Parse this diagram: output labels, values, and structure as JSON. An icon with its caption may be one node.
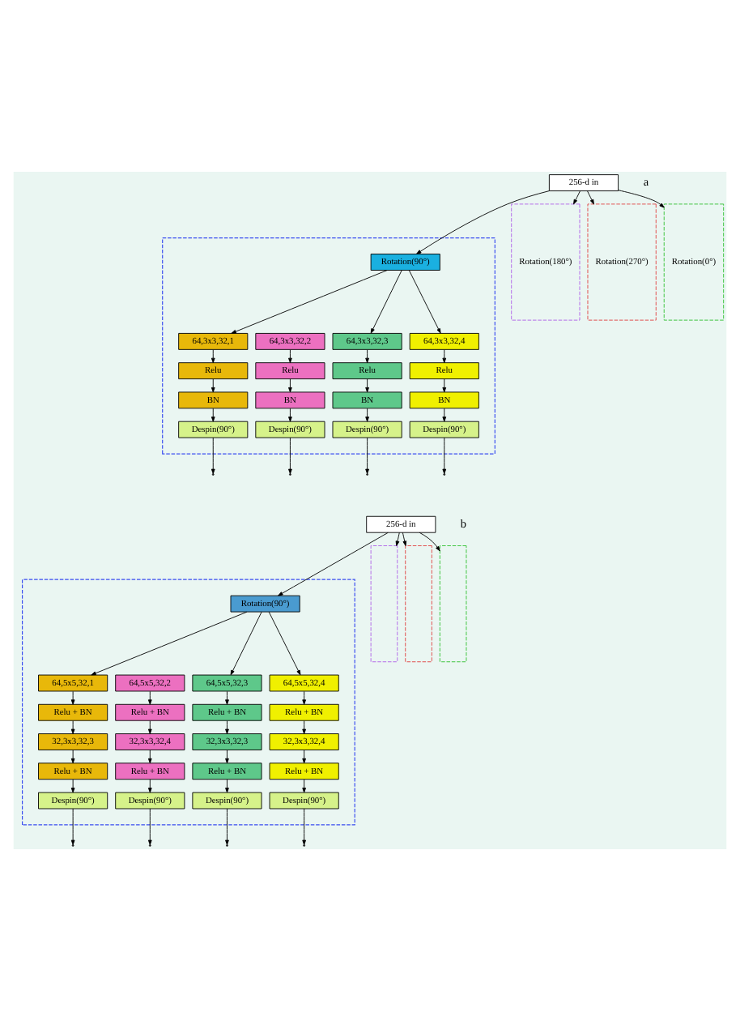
{
  "diagram": {
    "nodes": [
      {
        "text": [
          "256-d in"
        ]
      },
      {
        "text": [],
        "shape": "box"
      },
      {
        "text": [
          "Rotation(90°)"
        ],
        "in": 1
      },
      {
        "text": [
          "64,3x3,32,1"
        ],
        "in": 1
      },
      {
        "text": [
          "Relu"
        ],
        "in": 1
      },
      {
        "text": [
          "BN"
        ],
        "in": 1
      },
      {
        "text": [
          "64,3x3,32,2"
        ],
        "in": 1
      },
      {
        "text": [
          "Relu"
        ],
        "in": 1
      },
      {
        "text": [
          "BN"
        ],
        "in": 1
      },
      {
        "text": [
          "64,3x3,32,3"
        ],
        "in": 1
      },
      {
        "text": [
          "Relu"
        ],
        "in": 1
      },
      {
        "text": [
          "BN"
        ],
        "in": 1
      },
      {
        "text": [
          "64,3x3,32,4"
        ],
        "in": 1
      },
      {
        "text": [
          "Relu"
        ],
        "in": 1
      },
      {
        "text": [
          "BN"
        ],
        "in": 1
      },
      {
        "text": [
          "Despin(90°)"
        ],
        "in": 1
      },
      {
        "text": [
          "Despin(90°)"
        ],
        "in": 1
      },
      {
        "text": [
          "Despin(90°)"
        ],
        "in": 1
      },
      {
        "text": [
          "Despin(90°)"
        ],
        "in": 1
      },
      {
        "text": [
          "Rotation(180°)"
        ]
      },
      {
        "text": [
          "Rotation(270°)"
        ]
      },
      {
        "text": [
          "Rotation(0°)"
        ]
      },
      {
        "text": [
          "256-d in"
        ]
      },
      {
        "text": [],
        "shape": "box"
      },
      {
        "text": [
          "Rotation(90°)"
        ],
        "in": 23
      },
      {
        "text": [
          "64,5x5,32,1"
        ],
        "in": 23
      },
      {
        "text": [
          "Relu + BN"
        ],
        "in": 23
      },
      {
        "text": [
          "32,3x3,32,3"
        ],
        "in": 23
      },
      {
        "text": [
          "Relu + BN"
        ],
        "in": 23
      },
      {
        "text": [
          "64,5x5,32,2"
        ],
        "in": 23
      },
      {
        "text": [
          "Relu + BN"
        ],
        "in": 23
      },
      {
        "text": [
          "32,3x3,32,4"
        ],
        "in": 23
      },
      {
        "text": [
          "Relu + BN"
        ],
        "in": 23
      },
      {
        "text": [
          "64,5x5,32,3"
        ],
        "in": 23
      },
      {
        "text": [
          "Relu + BN"
        ],
        "in": 23
      },
      {
        "text": [
          "32,3x3,32,3"
        ],
        "in": 23
      },
      {
        "text": [
          "Relu + BN"
        ],
        "in": 23
      },
      {
        "text": [
          "64,5x5,32,4"
        ],
        "in": 23
      },
      {
        "text": [
          "Relu + BN"
        ],
        "in": 23
      },
      {
        "text": [
          "32,3x3,32,4"
        ],
        "in": 23
      },
      {
        "text": [
          "Relu + BN"
        ],
        "in": 23
      },
      {
        "text": [
          "Despin(90°)"
        ],
        "in": 23
      },
      {
        "text": [
          "Despin(90°)"
        ],
        "in": 23
      },
      {
        "text": [
          "Despin(90°)"
        ],
        "in": 23
      },
      {
        "text": [
          "Despin(90°)"
        ],
        "in": 23
      },
      {
        "text": [],
        "shape": "box"
      },
      {
        "text": [],
        "shape": "box"
      },
      {
        "text": [],
        "shape": "box"
      }
    ],
    "edges": [
      {
        "from": 0,
        "to": 1,
        "arrow": "to"
      },
      {
        "from": 0,
        "to": 19,
        "arrow": "to"
      },
      {
        "from": 0,
        "to": 20,
        "arrow": "to"
      },
      {
        "from": 0,
        "to": 21,
        "arrow": "to"
      },
      {
        "from": 2,
        "to": 3,
        "arrow": "to"
      },
      {
        "from": 2,
        "to": 9,
        "arrow": "to"
      },
      {
        "from": 2,
        "to": 12,
        "arrow": "to"
      },
      {
        "from": 3,
        "to": 4,
        "arrow": "to"
      },
      {
        "from": 4,
        "to": 5,
        "arrow": "to"
      },
      {
        "from": 5,
        "to": 15,
        "arrow": "to"
      },
      {
        "from": 6,
        "to": 7,
        "arrow": "to"
      },
      {
        "from": 7,
        "to": 8,
        "arrow": "to"
      },
      {
        "from": 8,
        "to": 16,
        "arrow": "to"
      },
      {
        "from": 9,
        "to": 10,
        "arrow": "to"
      },
      {
        "from": 10,
        "to": 11,
        "arrow": "to"
      },
      {
        "from": 11,
        "to": 17,
        "arrow": "to"
      },
      {
        "from": 12,
        "to": 13,
        "arrow": "to"
      },
      {
        "from": 13,
        "to": 14,
        "arrow": "to"
      },
      {
        "from": 14,
        "to": 18,
        "arrow": "to"
      },
      {
        "from": 15,
        "to": null,
        "arrow": "to"
      },
      {
        "from": 16,
        "to": null,
        "arrow": "to"
      },
      {
        "from": 17,
        "to": null,
        "arrow": "to"
      },
      {
        "from": 18,
        "to": null,
        "arrow": "to"
      },
      {
        "from": 22,
        "to": 23,
        "arrow": "to"
      },
      {
        "from": 22,
        "to": 45,
        "arrow": "to"
      },
      {
        "from": 22,
        "to": 46,
        "arrow": "to"
      },
      {
        "from": 22,
        "to": 47,
        "arrow": "to"
      },
      {
        "from": 24,
        "to": 25,
        "arrow": "to"
      },
      {
        "from": 24,
        "to": 33,
        "arrow": "to"
      },
      {
        "from": 24,
        "to": 37,
        "arrow": "to"
      },
      {
        "from": 25,
        "to": 26,
        "arrow": "to"
      },
      {
        "from": 26,
        "to": 27,
        "arrow": "to"
      },
      {
        "from": 27,
        "to": 28,
        "arrow": "to"
      },
      {
        "from": 28,
        "to": 41,
        "arrow": "to"
      },
      {
        "from": 29,
        "to": 30,
        "arrow": "to"
      },
      {
        "from": 30,
        "to": 31,
        "arrow": "to"
      },
      {
        "from": 31,
        "to": 32,
        "arrow": "to"
      },
      {
        "from": 32,
        "to": 42,
        "arrow": "to"
      },
      {
        "from": 33,
        "to": 34,
        "arrow": "to"
      },
      {
        "from": 34,
        "to": 35,
        "arrow": "to"
      },
      {
        "from": 35,
        "to": 36,
        "arrow": "to"
      },
      {
        "from": 36,
        "to": 43,
        "arrow": "to"
      },
      {
        "from": 37,
        "to": 38,
        "arrow": "to"
      },
      {
        "from": 38,
        "to": 39,
        "arrow": "to"
      },
      {
        "from": 39,
        "to": 40,
        "arrow": "to"
      },
      {
        "from": 40,
        "to": 44,
        "arrow": "to"
      },
      {
        "from": 41,
        "to": null,
        "arrow": "to"
      },
      {
        "from": 42,
        "to": null,
        "arrow": "to"
      },
      {
        "from": 43,
        "to": null,
        "arrow": "to"
      },
      {
        "from": 44,
        "to": null,
        "arrow": "to"
      }
    ],
    "labels": [
      "a",
      "b"
    ]
  }
}
